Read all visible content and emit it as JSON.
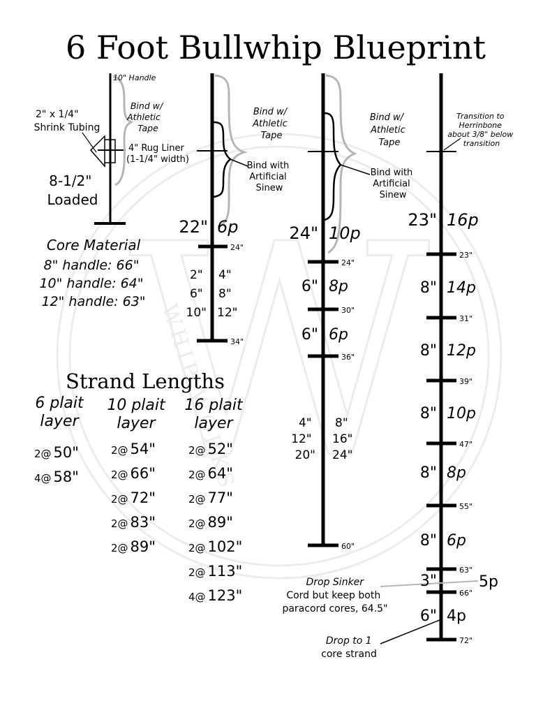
{
  "title": "6 Foot Bullwhip Blueprint",
  "watermark": {
    "text": "WHIP WORKS",
    "letter": "W",
    "color": "#ececec"
  },
  "colors": {
    "ink": "#000000",
    "gray": "#b5b5b5"
  },
  "handle": {
    "top_label": "10\" Handle",
    "tubing": [
      "2\" x 1/4\"",
      "Shrink Tubing"
    ],
    "athletic": [
      "Bind w/",
      "Athletic",
      "Tape"
    ],
    "rug": [
      "4\" Rug Liner",
      "(1-1/4\" width)"
    ],
    "loaded": [
      "8-1/2\"",
      "Loaded"
    ],
    "core_title": "Core Material",
    "core": [
      "8\" handle: 66\"",
      "10\" handle: 64\"",
      "12\" handle: 63\""
    ]
  },
  "col1": {
    "athletic": [
      "Bind w/",
      "Athletic",
      "Tape"
    ],
    "sinew": [
      "Bind with",
      "Artificial",
      "Sinew"
    ],
    "section": [
      "22\"",
      "6p"
    ],
    "mark1": "24\"",
    "drops_left": [
      "2\"",
      "6\"",
      "10\""
    ],
    "drops_right": [
      "4\"",
      "8\"",
      "12\""
    ],
    "mark2": "34\""
  },
  "col2": {
    "athletic": [
      "Bind w/",
      "Athletic",
      "Tape"
    ],
    "sinew": [
      "Bind with",
      "Artificial",
      "Sinew"
    ],
    "sec1": [
      "24\"",
      "10p"
    ],
    "m1": "24\"",
    "sec2": [
      "6\"",
      "8p"
    ],
    "m2": "30\"",
    "sec3": [
      "6\"",
      "6p"
    ],
    "m3": "36\"",
    "drops_left": [
      "4\"",
      "12\"",
      "20\""
    ],
    "drops_right": [
      "8\"",
      "16\"",
      "24\""
    ],
    "m4": "60\""
  },
  "col3": {
    "transition": [
      "Transition to",
      "Herrinbone",
      "about 3/8\" below",
      "transition"
    ],
    "sec1": [
      "23\"",
      "16p"
    ],
    "m1": "23\"",
    "sec2": [
      "8\"",
      "14p"
    ],
    "m2": "31\"",
    "sec3": [
      "8\"",
      "12p"
    ],
    "m3": "39\"",
    "sec4": [
      "8\"",
      "10p"
    ],
    "m4": "47\"",
    "sec5": [
      "8\"",
      "8p"
    ],
    "m5": "55\"",
    "sec6": [
      "8\"",
      "6p"
    ],
    "m6": "63\"",
    "sec7": [
      "3\"",
      "5p"
    ],
    "m7": "66\"",
    "sec8": [
      "6\"",
      "4p"
    ],
    "m8": "72\"",
    "drop_sinker": [
      "Drop Sinker",
      "Cord but keep both",
      "paracord cores, 64.5\""
    ],
    "drop_one": [
      "Drop to 1",
      "core strand"
    ]
  },
  "strands": {
    "title": "Strand Lengths",
    "headers": [
      [
        "6 plait",
        "layer"
      ],
      [
        "10 plait",
        "layer"
      ],
      [
        "16 plait",
        "layer"
      ]
    ],
    "cols": [
      [
        [
          "2@",
          "50\""
        ],
        [
          "4@",
          "58\""
        ]
      ],
      [
        [
          "2@",
          "54\""
        ],
        [
          "2@",
          "66\""
        ],
        [
          "2@",
          "72\""
        ],
        [
          "2@",
          "83\""
        ],
        [
          "2@",
          "89\""
        ]
      ],
      [
        [
          "2@",
          "52\""
        ],
        [
          "2@",
          "64\""
        ],
        [
          "2@",
          "77\""
        ],
        [
          "2@",
          "89\""
        ],
        [
          "2@",
          "102\""
        ],
        [
          "2@",
          "113\""
        ],
        [
          "4@",
          "123\""
        ]
      ]
    ]
  }
}
